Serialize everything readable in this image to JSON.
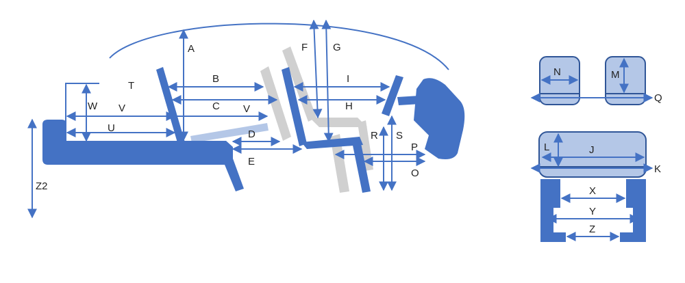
{
  "colors": {
    "primary": "#4472C4",
    "dimension_line": "#4472C4",
    "ghost": "#d0d0d0",
    "seat_fill": "#b4c7e7",
    "seat_outline": "#2f5597",
    "label_text": "#222222"
  },
  "side_view": {
    "dimension_labels": {
      "A": "A",
      "B": "B",
      "C": "C",
      "D": "D",
      "E": "E",
      "F": "F",
      "G": "G",
      "H": "H",
      "I": "I",
      "O": "O",
      "P": "P",
      "R": "R",
      "S": "S",
      "T": "T",
      "U": "U",
      "V_left": "V",
      "V_right": "V",
      "W": "W",
      "Z2": "Z2"
    }
  },
  "front_view": {
    "dimension_labels": {
      "N": "N",
      "M": "M",
      "Q": "Q",
      "L": "L",
      "J": "J",
      "K": "K",
      "X": "X",
      "Y": "Y",
      "Z": "Z"
    }
  }
}
